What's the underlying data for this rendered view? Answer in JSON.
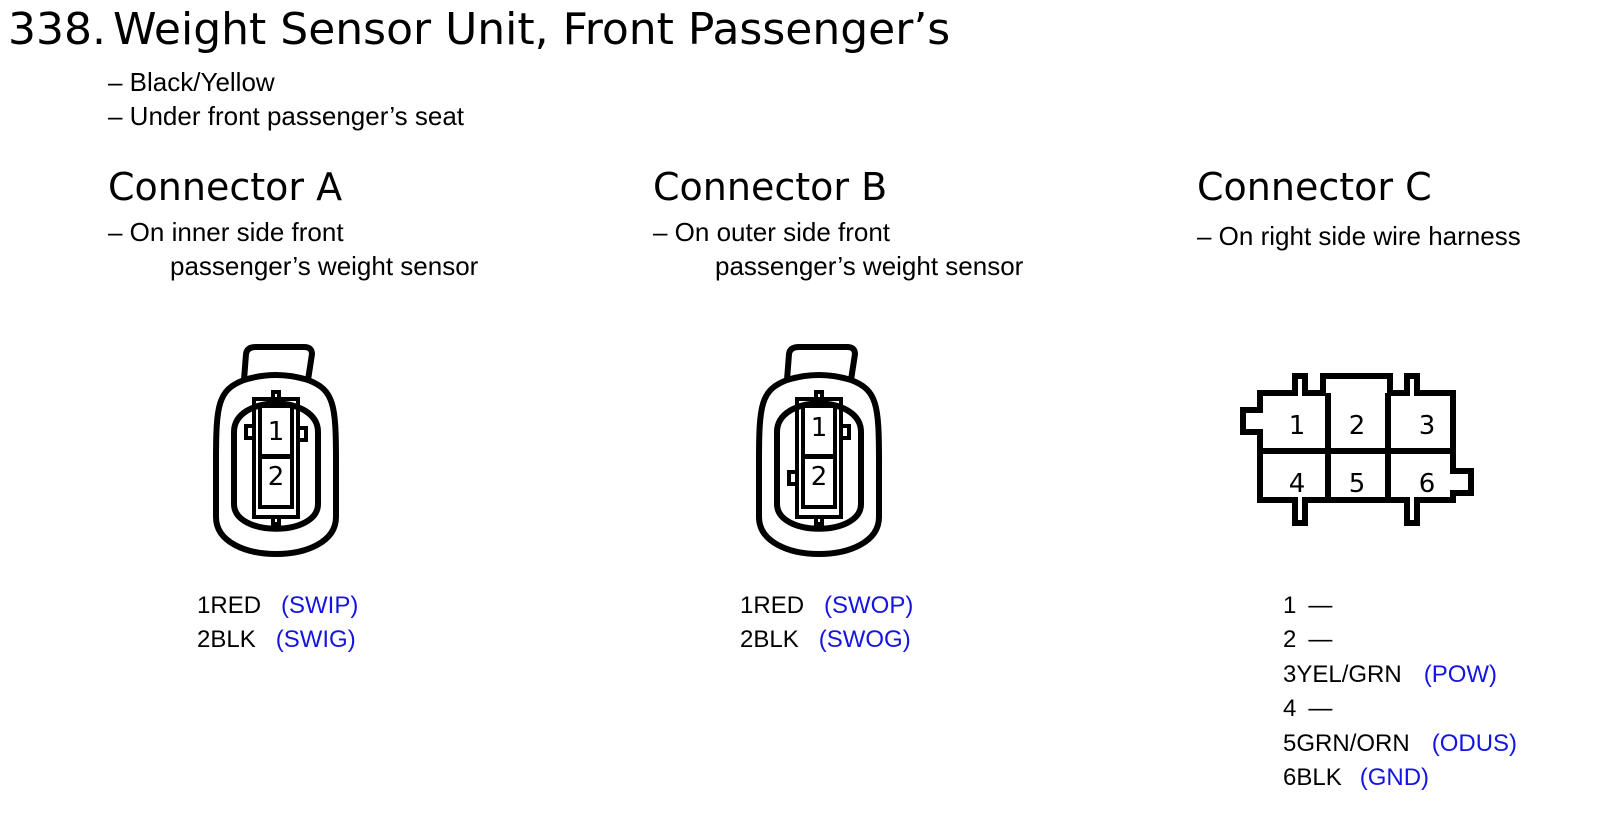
{
  "title": {
    "number": "338.",
    "text": "Weight Sensor Unit, Front Passenger’s"
  },
  "details": [
    "– Black/Yellow",
    "– Under front passenger’s seat"
  ],
  "connectors": [
    {
      "heading": "Connector A",
      "location_line1": "– On inner side front",
      "location_line2": "passenger’s weight sensor",
      "pins": [
        "1",
        "2"
      ],
      "wires": [
        {
          "pin": "1",
          "color": "RED",
          "signal": "(SWIP)"
        },
        {
          "pin": "2",
          "color": "BLK",
          "signal": "(SWIG)"
        }
      ]
    },
    {
      "heading": "Connector B",
      "location_line1": "– On outer side front",
      "location_line2": "passenger’s weight sensor",
      "pins": [
        "1",
        "2"
      ],
      "wires": [
        {
          "pin": "1",
          "color": "RED",
          "signal": "(SWOP)"
        },
        {
          "pin": "2",
          "color": "BLK",
          "signal": "(SWOG)"
        }
      ]
    },
    {
      "heading": "Connector C",
      "location_line1": "– On right side wire harness",
      "pins": [
        "1",
        "2",
        "3",
        "4",
        "5",
        "6"
      ],
      "wires": [
        {
          "pin": "1",
          "color": "—",
          "signal": ""
        },
        {
          "pin": "2",
          "color": "—",
          "signal": ""
        },
        {
          "pin": "3",
          "color": "YEL/GRN",
          "signal": "(POW)"
        },
        {
          "pin": "4",
          "color": "—",
          "signal": ""
        },
        {
          "pin": "5",
          "color": "GRN/ORN",
          "signal": "(ODUS)"
        },
        {
          "pin": "6",
          "color": "BLK",
          "signal": "(GND)"
        }
      ]
    }
  ],
  "colors": {
    "signal": "#1515e0",
    "line": "#000000"
  }
}
